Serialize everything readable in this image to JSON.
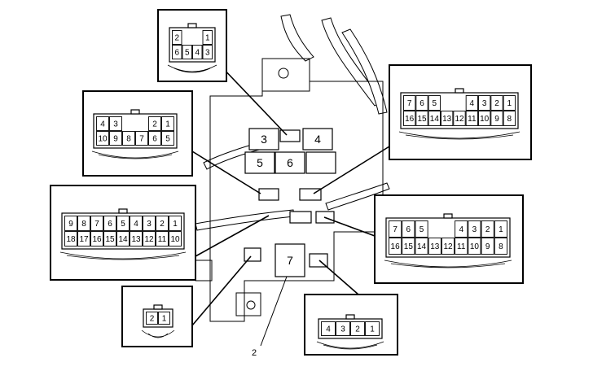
{
  "callout": "2",
  "center_block": {
    "cavities": [
      "3",
      "4",
      "5",
      "6",
      "7"
    ]
  },
  "connectors": {
    "top": {
      "rows": [
        [
          "2",
          "",
          "",
          "1"
        ],
        [
          "6",
          "5",
          "4",
          "3"
        ]
      ]
    },
    "upper_left": {
      "rows": [
        [
          "4",
          "3",
          "",
          "",
          "2",
          "1"
        ],
        [
          "10",
          "9",
          "8",
          "7",
          "6",
          "5"
        ]
      ]
    },
    "upper_right": {
      "rows": [
        [
          "7",
          "6",
          "5",
          "",
          "",
          "4",
          "3",
          "2",
          "1"
        ],
        [
          "16",
          "15",
          "14",
          "13",
          "12",
          "11",
          "10",
          "9",
          "8"
        ]
      ]
    },
    "middle_left": {
      "rows": [
        [
          "9",
          "8",
          "7",
          "6",
          "5",
          "4",
          "3",
          "2",
          "1"
        ],
        [
          "18",
          "17",
          "16",
          "15",
          "14",
          "13",
          "12",
          "11",
          "10"
        ]
      ]
    },
    "middle_right": {
      "rows": [
        [
          "7",
          "6",
          "5",
          "",
          "",
          "4",
          "3",
          "2",
          "1"
        ],
        [
          "16",
          "15",
          "14",
          "13",
          "12",
          "11",
          "10",
          "9",
          "8"
        ]
      ]
    },
    "lower_left": {
      "rows": [
        [
          "2",
          "1"
        ]
      ]
    },
    "lower_right": {
      "rows": [
        [
          "4",
          "3",
          "2",
          "1"
        ]
      ]
    }
  }
}
